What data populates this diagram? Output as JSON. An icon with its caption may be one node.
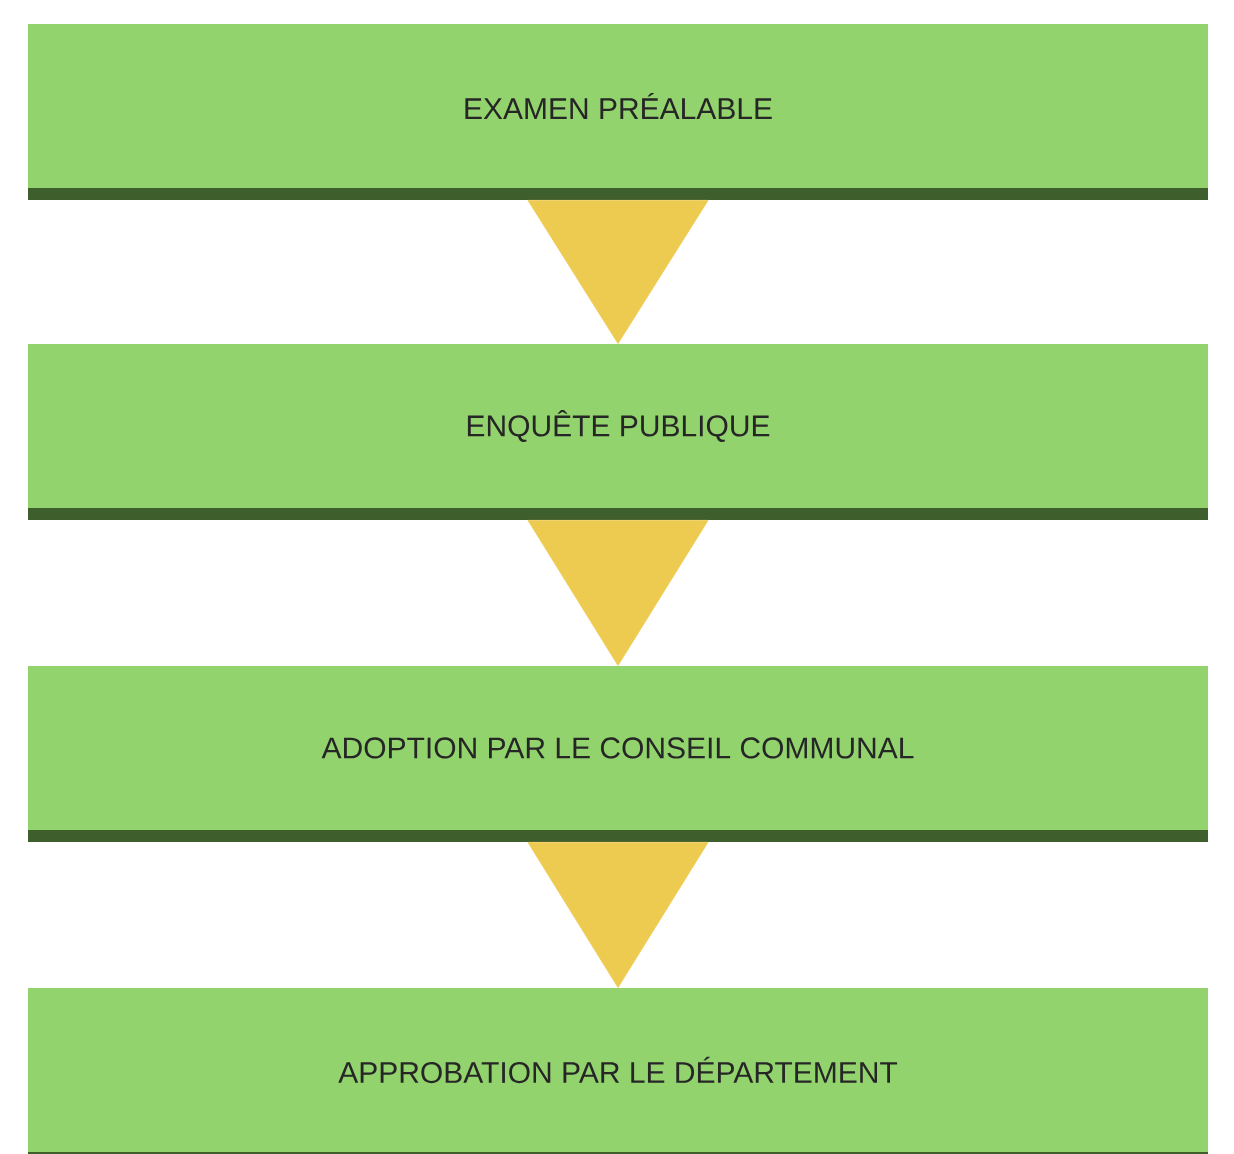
{
  "diagram": {
    "nodes": [
      {
        "text": [
          "EXAMEN PRÉALABLE"
        ]
      },
      {
        "text": [
          "ENQUÊTE PUBLIQUE"
        ]
      },
      {
        "text": [
          "ADOPTION PAR LE CONSEIL COMMUNAL"
        ]
      },
      {
        "text": [
          "APPROBATION PAR LE DÉPARTEMENT"
        ]
      }
    ],
    "edges": [
      {
        "from": 0,
        "to": 1,
        "arrow": "to"
      },
      {
        "from": 1,
        "to": 2,
        "arrow": "to"
      },
      {
        "from": 2,
        "to": 3,
        "arrow": "to"
      }
    ]
  }
}
